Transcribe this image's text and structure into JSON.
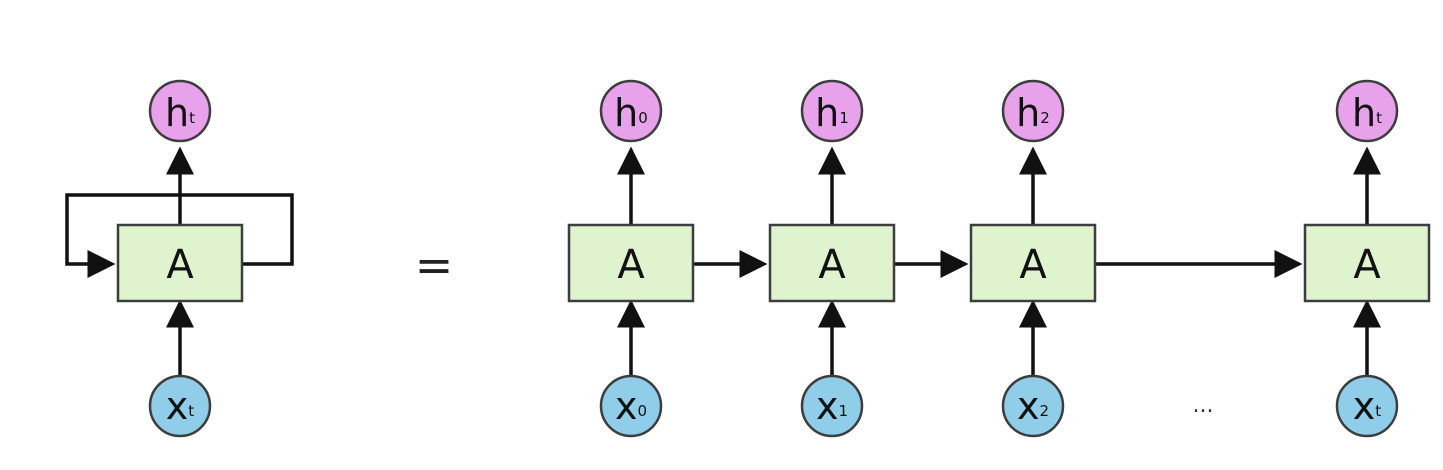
{
  "colors": {
    "cell_fill": "#dff3cf",
    "hidden_fill": "#e8a2ec",
    "input_fill": "#8fcde9",
    "stroke": "#3d3d3d",
    "arrow": "#111111"
  },
  "equals": "=",
  "ellipsis": "...",
  "rolled": {
    "cell": "A",
    "hidden": {
      "main": "h",
      "sub": "t"
    },
    "input": {
      "main": "x",
      "sub": "t"
    }
  },
  "unrolled": {
    "steps": [
      {
        "cell": "A",
        "hidden": {
          "main": "h",
          "sub": "0"
        },
        "input": {
          "main": "x",
          "sub": "0"
        }
      },
      {
        "cell": "A",
        "hidden": {
          "main": "h",
          "sub": "1"
        },
        "input": {
          "main": "x",
          "sub": "1"
        }
      },
      {
        "cell": "A",
        "hidden": {
          "main": "h",
          "sub": "2"
        },
        "input": {
          "main": "x",
          "sub": "2"
        }
      },
      {
        "cell": "A",
        "hidden": {
          "main": "h",
          "sub": "t"
        },
        "input": {
          "main": "x",
          "sub": "t"
        }
      }
    ]
  }
}
